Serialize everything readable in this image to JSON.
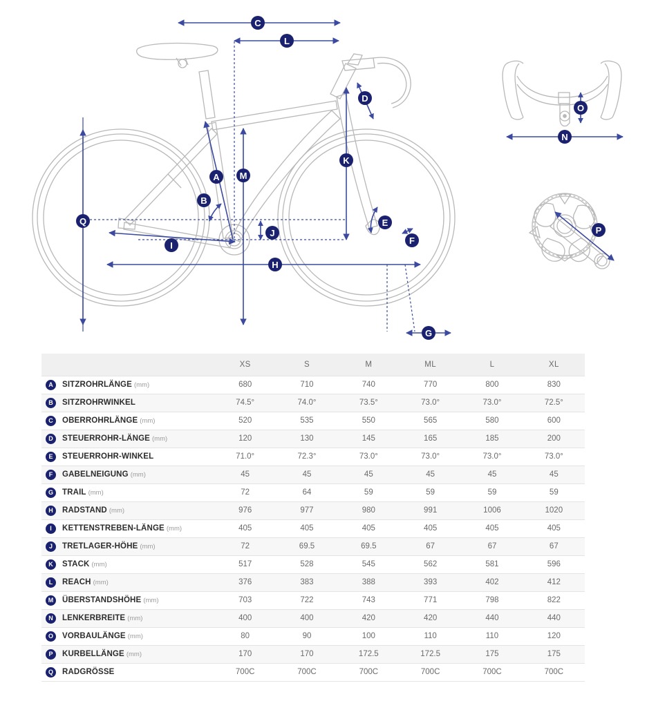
{
  "diagram": {
    "title": "bicycle-geometry-diagram",
    "colors": {
      "badge": "#1a2270",
      "dimension_line": "#3b4a9e",
      "frame_outline": "#b8b8b8",
      "table_header_bg": "#f0f0f0",
      "row_alt_bg": "#f7f7f7"
    },
    "markers": [
      {
        "id": "A",
        "name": "seat-tube-length"
      },
      {
        "id": "B",
        "name": "seat-tube-angle"
      },
      {
        "id": "C",
        "name": "top-tube-length"
      },
      {
        "id": "D",
        "name": "head-tube-length"
      },
      {
        "id": "E",
        "name": "head-tube-angle"
      },
      {
        "id": "F",
        "name": "fork-rake"
      },
      {
        "id": "G",
        "name": "trail"
      },
      {
        "id": "H",
        "name": "wheelbase"
      },
      {
        "id": "I",
        "name": "chainstay-length"
      },
      {
        "id": "J",
        "name": "bottom-bracket-height"
      },
      {
        "id": "K",
        "name": "stack"
      },
      {
        "id": "L",
        "name": "reach"
      },
      {
        "id": "M",
        "name": "standover-height"
      },
      {
        "id": "N",
        "name": "handlebar-width"
      },
      {
        "id": "O",
        "name": "stem-length"
      },
      {
        "id": "P",
        "name": "crank-length"
      },
      {
        "id": "Q",
        "name": "wheel-size"
      }
    ]
  },
  "table": {
    "sizes": [
      "XS",
      "S",
      "M",
      "ML",
      "L",
      "XL"
    ],
    "label_header": "",
    "rows": [
      {
        "key": "A",
        "name": "SITZROHRLÄNGE",
        "unit": "(mm)",
        "values": [
          "680",
          "710",
          "740",
          "770",
          "800",
          "830"
        ]
      },
      {
        "key": "B",
        "name": "SITZROHRWINKEL",
        "unit": "",
        "values": [
          "74.5°",
          "74.0°",
          "73.5°",
          "73.0°",
          "73.0°",
          "72.5°"
        ]
      },
      {
        "key": "C",
        "name": "OBERROHRLÄNGE",
        "unit": "(mm)",
        "values": [
          "520",
          "535",
          "550",
          "565",
          "580",
          "600"
        ]
      },
      {
        "key": "D",
        "name": "STEUERROHR-LÄNGE",
        "unit": "(mm)",
        "values": [
          "120",
          "130",
          "145",
          "165",
          "185",
          "200"
        ]
      },
      {
        "key": "E",
        "name": "STEUERROHR-WINKEL",
        "unit": "",
        "values": [
          "71.0°",
          "72.3°",
          "73.0°",
          "73.0°",
          "73.0°",
          "73.0°"
        ]
      },
      {
        "key": "F",
        "name": "GABELNEIGUNG",
        "unit": "(mm)",
        "values": [
          "45",
          "45",
          "45",
          "45",
          "45",
          "45"
        ]
      },
      {
        "key": "G",
        "name": "TRAIL",
        "unit": "(mm)",
        "values": [
          "72",
          "64",
          "59",
          "59",
          "59",
          "59"
        ]
      },
      {
        "key": "H",
        "name": "RADSTAND",
        "unit": "(mm)",
        "values": [
          "976",
          "977",
          "980",
          "991",
          "1006",
          "1020"
        ]
      },
      {
        "key": "I",
        "name": "KETTENSTREBEN-LÄNGE",
        "unit": "(mm)",
        "values": [
          "405",
          "405",
          "405",
          "405",
          "405",
          "405"
        ]
      },
      {
        "key": "J",
        "name": "TRETLAGER-HÖHE",
        "unit": "(mm)",
        "values": [
          "72",
          "69.5",
          "69.5",
          "67",
          "67",
          "67"
        ]
      },
      {
        "key": "K",
        "name": "STACK",
        "unit": "(mm)",
        "values": [
          "517",
          "528",
          "545",
          "562",
          "581",
          "596"
        ]
      },
      {
        "key": "L",
        "name": "REACH",
        "unit": "(mm)",
        "values": [
          "376",
          "383",
          "388",
          "393",
          "402",
          "412"
        ]
      },
      {
        "key": "M",
        "name": "ÜBERSTANDSHÖHE",
        "unit": "(mm)",
        "values": [
          "703",
          "722",
          "743",
          "771",
          "798",
          "822"
        ]
      },
      {
        "key": "N",
        "name": "LENKERBREITE",
        "unit": "(mm)",
        "values": [
          "400",
          "400",
          "420",
          "420",
          "440",
          "440"
        ]
      },
      {
        "key": "O",
        "name": "VORBAULÄNGE",
        "unit": "(mm)",
        "values": [
          "80",
          "90",
          "100",
          "110",
          "110",
          "120"
        ]
      },
      {
        "key": "P",
        "name": "KURBELLÄNGE",
        "unit": "(mm)",
        "values": [
          "170",
          "170",
          "172.5",
          "172.5",
          "175",
          "175"
        ]
      },
      {
        "key": "Q",
        "name": "RADGRÖSSE",
        "unit": "",
        "values": [
          "700C",
          "700C",
          "700C",
          "700C",
          "700C",
          "700C"
        ]
      }
    ]
  }
}
